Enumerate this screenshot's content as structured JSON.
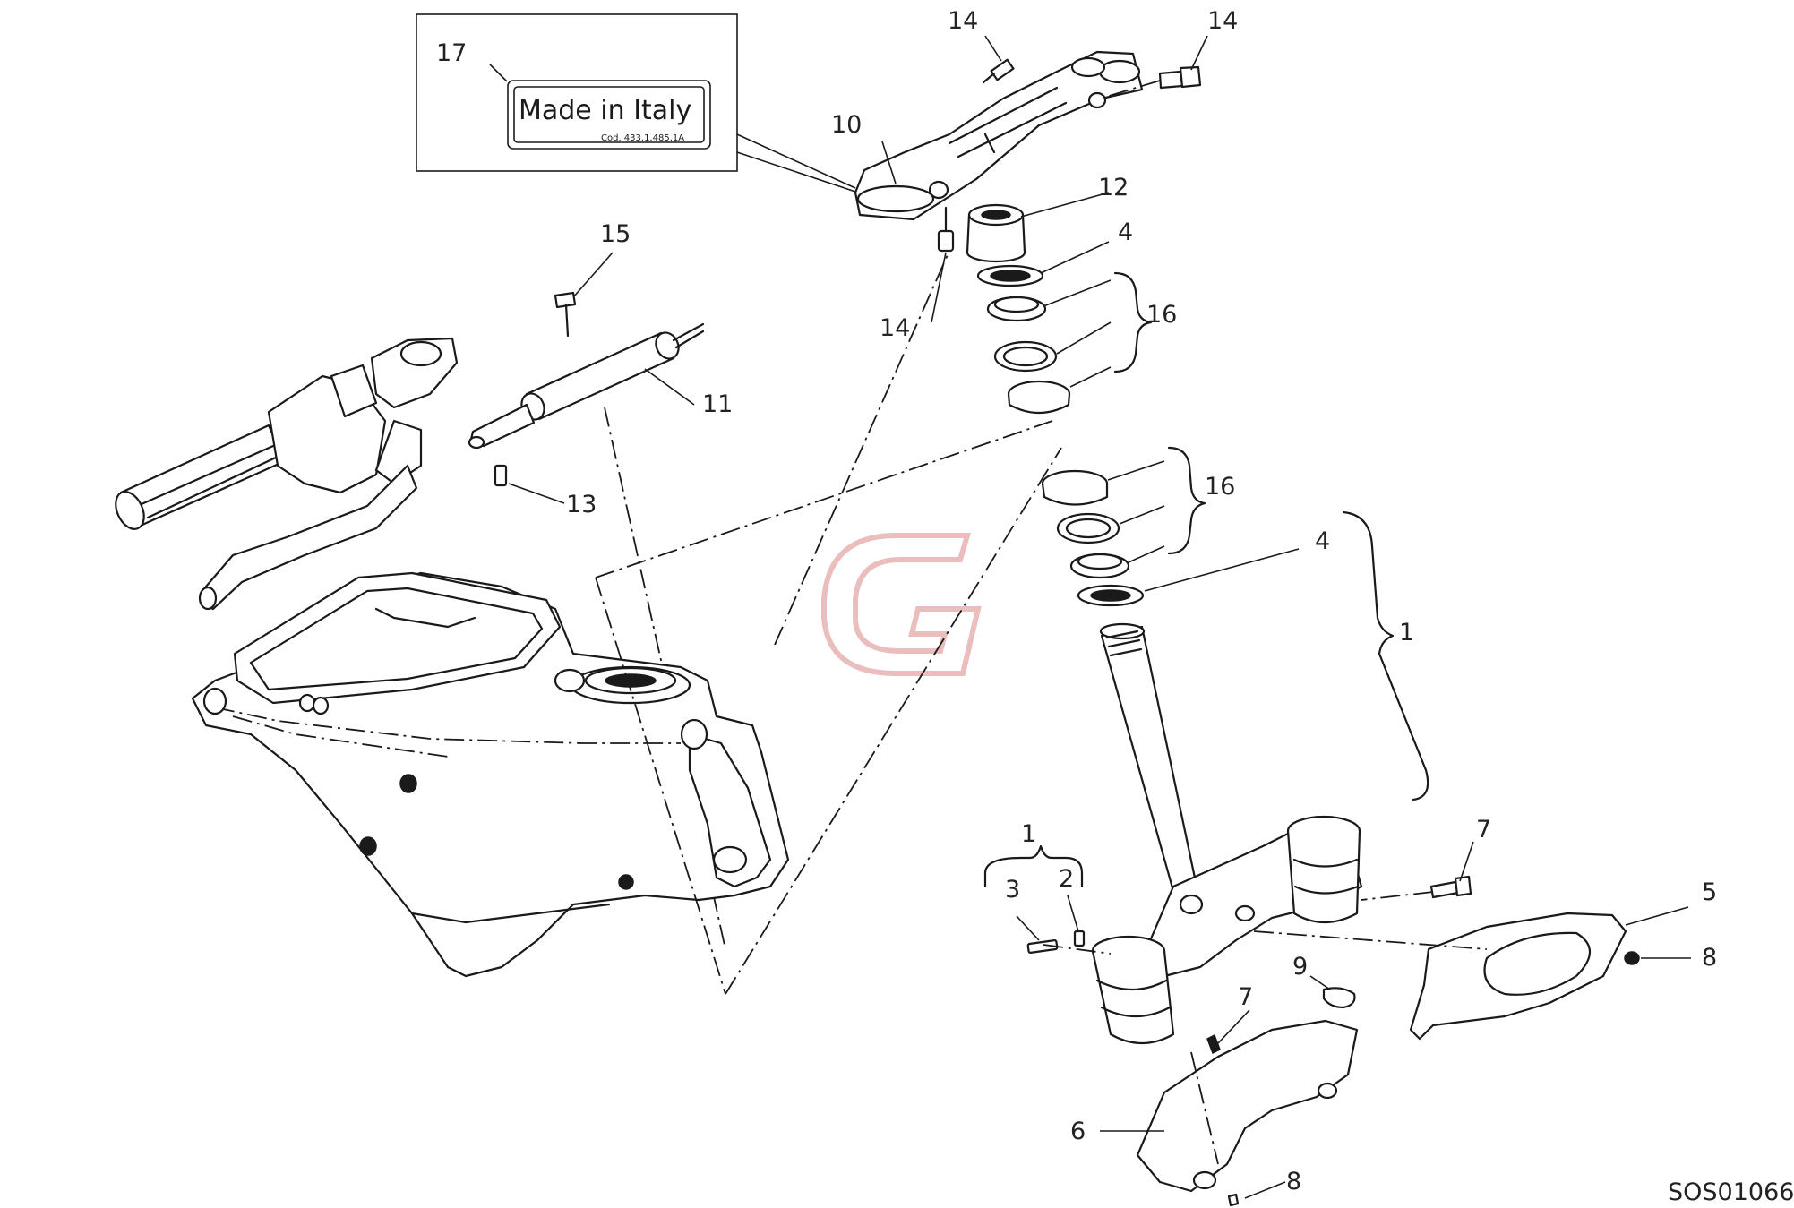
{
  "document_code": "SOS01066",
  "inset_label": {
    "title": "Made in Italy",
    "code": "Cod. 433.1.485.1A"
  },
  "callouts": {
    "c1_main": "1",
    "c1_small": "1",
    "c2": "2",
    "c3": "3",
    "c4_top": "4",
    "c4_bottom": "4",
    "c5": "5",
    "c6": "6",
    "c7_right": "7",
    "c7_center": "7",
    "c8_right": "8",
    "c8_bottom": "8",
    "c9": "9",
    "c10": "10",
    "c11": "11",
    "c12": "12",
    "c13": "13",
    "c14_top_left": "14",
    "c14_top_right": "14",
    "c14_mid": "14",
    "c15": "15",
    "c16_top": "16",
    "c16_bottom": "16",
    "c17": "17"
  },
  "watermark": {
    "letter": "G",
    "color": "#e9b7b7"
  },
  "colors": {
    "ink": "#1a1a1a",
    "background": "#ffffff"
  }
}
